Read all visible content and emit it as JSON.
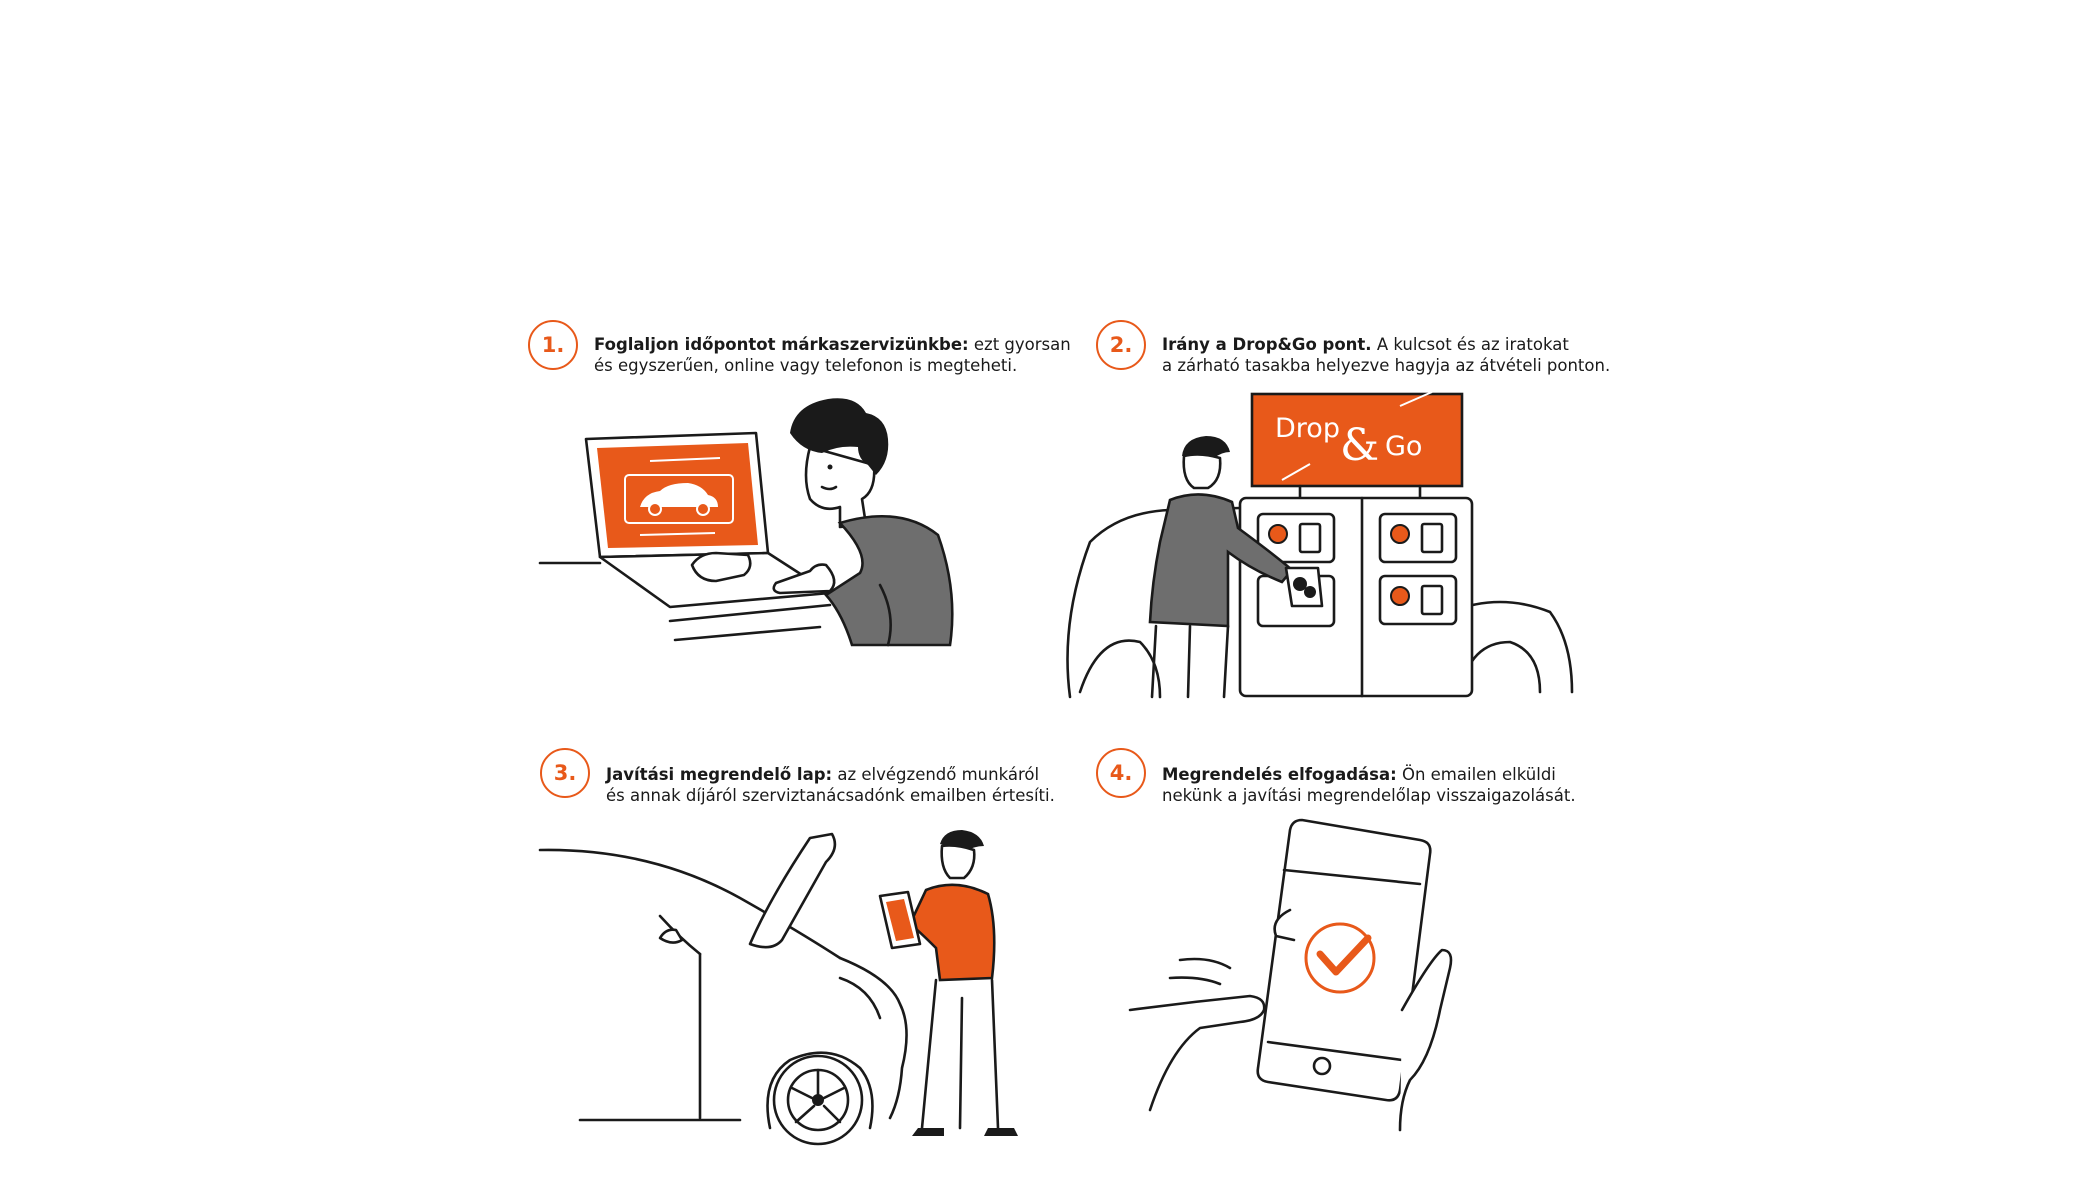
{
  "colors": {
    "accent": "#e8591a",
    "ink": "#1a1a1a",
    "shirt_gray": "#6e6e6e"
  },
  "steps": [
    {
      "number": "1.",
      "bold": "Foglaljon időpontot márkaszervizünkbe:",
      "rest1": " ezt gyorsan",
      "line2": "és egyszerűen, online vagy telefonon is megteheti.",
      "illustration": "man-booking-on-laptop"
    },
    {
      "number": "2.",
      "bold": "Irány a Drop&Go pont.",
      "rest1": " A kulcsot és az iratokat",
      "line2": "a zárható tasakba helyezve hagyja az átvételi ponton.",
      "illustration": "drop-and-go-key-locker",
      "sign_drop": "Drop",
      "sign_amp": "&",
      "sign_go": "Go"
    },
    {
      "number": "3.",
      "bold": "Javítási megrendelő lap:",
      "rest1": " az elvégzendő munkáról",
      "line2": "és annak díjáról szerviztanácsadónk emailben értesíti.",
      "illustration": "advisor-with-tablet-at-car"
    },
    {
      "number": "4.",
      "bold": "Megrendelés elfogadása:",
      "rest1": " Ön emailen elküldi",
      "line2": "nekünk a javítási megrendelőlap visszaigazolását.",
      "illustration": "hand-holding-phone-checkmark"
    }
  ]
}
